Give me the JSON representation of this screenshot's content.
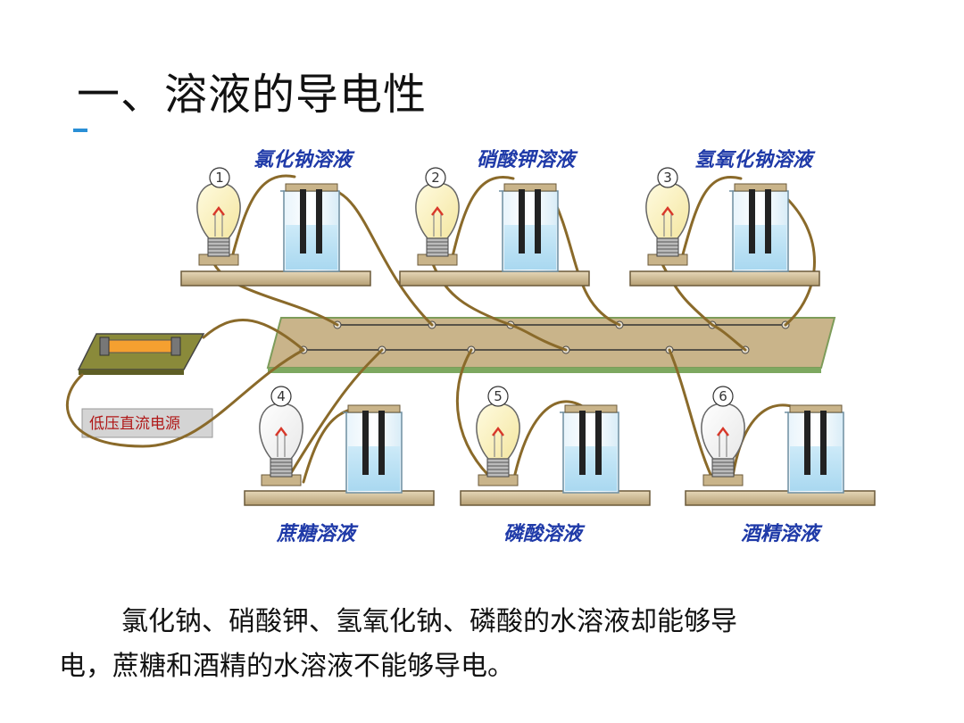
{
  "title": "一、溶液的导电性",
  "setups": [
    {
      "number": "①",
      "label": "氯化钠溶液",
      "conductive": true
    },
    {
      "number": "②",
      "label": "硝酸钾溶液",
      "conductive": true
    },
    {
      "number": "③",
      "label": "氢氧化钠溶液",
      "conductive": true
    },
    {
      "number": "④",
      "label": "蔗糖溶液",
      "conductive": false
    },
    {
      "number": "⑤",
      "label": "磷酸溶液",
      "conductive": true
    },
    {
      "number": "⑥",
      "label": "酒精溶液",
      "conductive": false
    }
  ],
  "power_source_label": "低压直流电源",
  "caption_line1": "氯化钠、硝酸钾、氢氧化钠、磷酸的水溶液却能够导",
  "caption_line2": "电，蔗糖和酒精的水溶液不能够导电。",
  "colors": {
    "label_blue": "#1f3aa8",
    "wire": "#8a6a2a",
    "board": "#d9c8a8",
    "solution": "#bfe3f5",
    "bulb_lit": "#fff6c8",
    "bulb_unlit": "#ffffff",
    "power_label_red": "#b01818"
  }
}
